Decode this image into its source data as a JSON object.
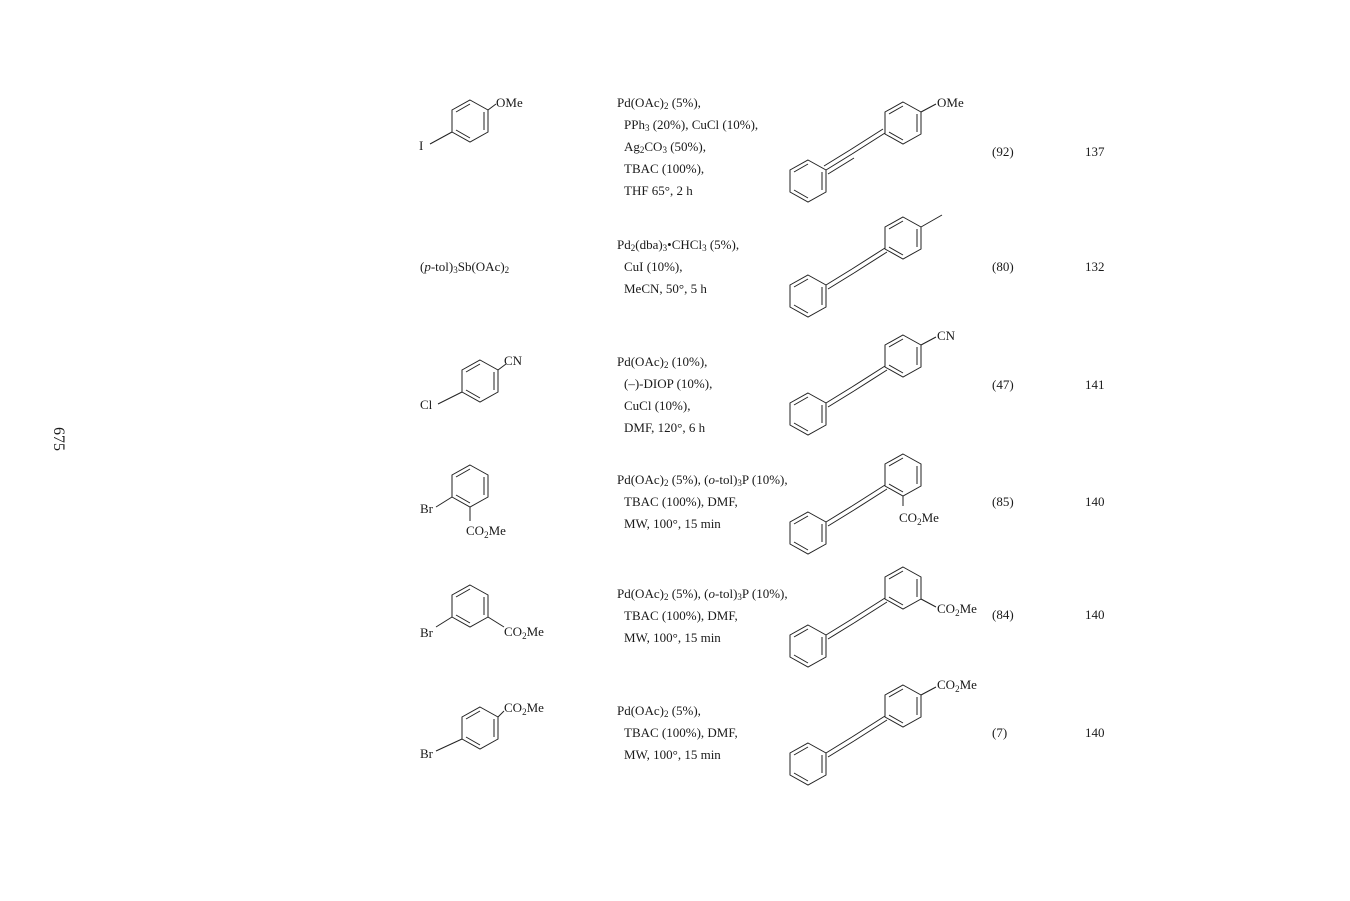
{
  "page_number": "675",
  "rows": [
    {
      "substrate_labels": [
        "I",
        "OMe"
      ],
      "conditions": [
        "Pd(OAc)2 (5%),",
        "PPh3 (20%), CuCl (10%),",
        "Ag2CO3 (50%),",
        "TBAC (100%),",
        "THF 65°, 2 h"
      ],
      "product_labels": [
        "OMe"
      ],
      "yield": "(92)",
      "ref": "137"
    },
    {
      "substrate_text": "(p-tol)3Sb(OAc)2",
      "conditions": [
        "Pd2(dba)3•CHCl3 (5%),",
        "CuI (10%),",
        "MeCN, 50°, 5 h"
      ],
      "product_labels": [],
      "yield": "(80)",
      "ref": "132"
    },
    {
      "substrate_labels": [
        "Cl",
        "CN"
      ],
      "conditions": [
        "Pd(OAc)2 (10%),",
        "(–)-DIOP (10%),",
        "CuCl (10%),",
        "DMF, 120°, 6 h"
      ],
      "product_labels": [
        "CN"
      ],
      "yield": "(47)",
      "ref": "141"
    },
    {
      "substrate_labels": [
        "Br",
        "CO2Me"
      ],
      "conditions": [
        "Pd(OAc)2 (5%), (o-tol)3P (10%),",
        "TBAC (100%), DMF,",
        "MW, 100°, 15 min"
      ],
      "product_labels": [
        "CO2Me"
      ],
      "yield": "(85)",
      "ref": "140"
    },
    {
      "substrate_labels": [
        "Br",
        "CO2Me"
      ],
      "conditions": [
        "Pd(OAc)2 (5%), (o-tol)3P (10%),",
        "TBAC (100%), DMF,",
        "MW, 100°, 15 min"
      ],
      "product_labels": [
        "CO2Me"
      ],
      "yield": "(84)",
      "ref": "140"
    },
    {
      "substrate_labels": [
        "Br",
        "CO2Me"
      ],
      "conditions": [
        "Pd(OAc)2 (5%),",
        "TBAC (100%), DMF,",
        "MW, 100°, 15 min"
      ],
      "product_labels": [
        "CO2Me"
      ],
      "yield": "(7)",
      "ref": "140"
    }
  ]
}
